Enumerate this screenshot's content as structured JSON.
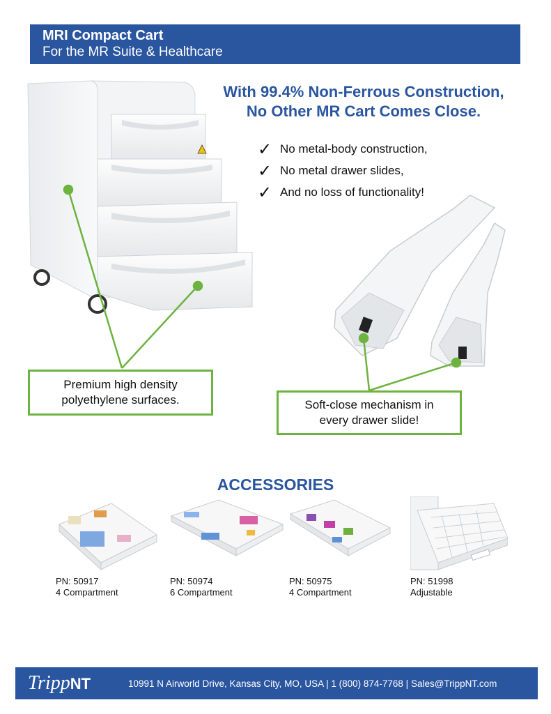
{
  "header": {
    "title": "MRI Compact Cart",
    "subtitle": "For the MR Suite & Healthcare"
  },
  "headline": {
    "line1": "With 99.4% Non-Ferrous Construction,",
    "line2": "No Other MR Cart Comes Close."
  },
  "features": [
    {
      "icon": "checkmark-icon",
      "glyph": "✓",
      "text": "No metal-body construction,"
    },
    {
      "icon": "checkmark-icon",
      "glyph": "✓",
      "text": "No metal drawer slides,"
    },
    {
      "icon": "checkmark-icon",
      "glyph": "✓",
      "text": "And no loss of functionality!"
    }
  ],
  "callouts": {
    "surfaces": {
      "line1": "Premium high density",
      "line2": "polyethylene surfaces."
    },
    "softclose": {
      "line1": "Soft-close mechanism in",
      "line2": "every drawer slide!"
    }
  },
  "accessories": {
    "title": "ACCESSORIES",
    "items": [
      {
        "pn": "PN: 50917",
        "desc": "4 Compartment"
      },
      {
        "pn": "PN: 50974",
        "desc": "6 Compartment"
      },
      {
        "pn": "PN: 50975",
        "desc": "4 Compartment"
      },
      {
        "pn": "PN: 51998",
        "desc": "Adjustable"
      }
    ]
  },
  "footer": {
    "logo_main": "Tripp",
    "logo_suffix": "NT",
    "contact": "10991 N Airworld Drive, Kansas City, MO, USA | 1 (800) 874-7768 | Sales@TrippNT.com"
  },
  "colors": {
    "brand_blue": "#2a56a0",
    "callout_green": "#6db33f"
  }
}
